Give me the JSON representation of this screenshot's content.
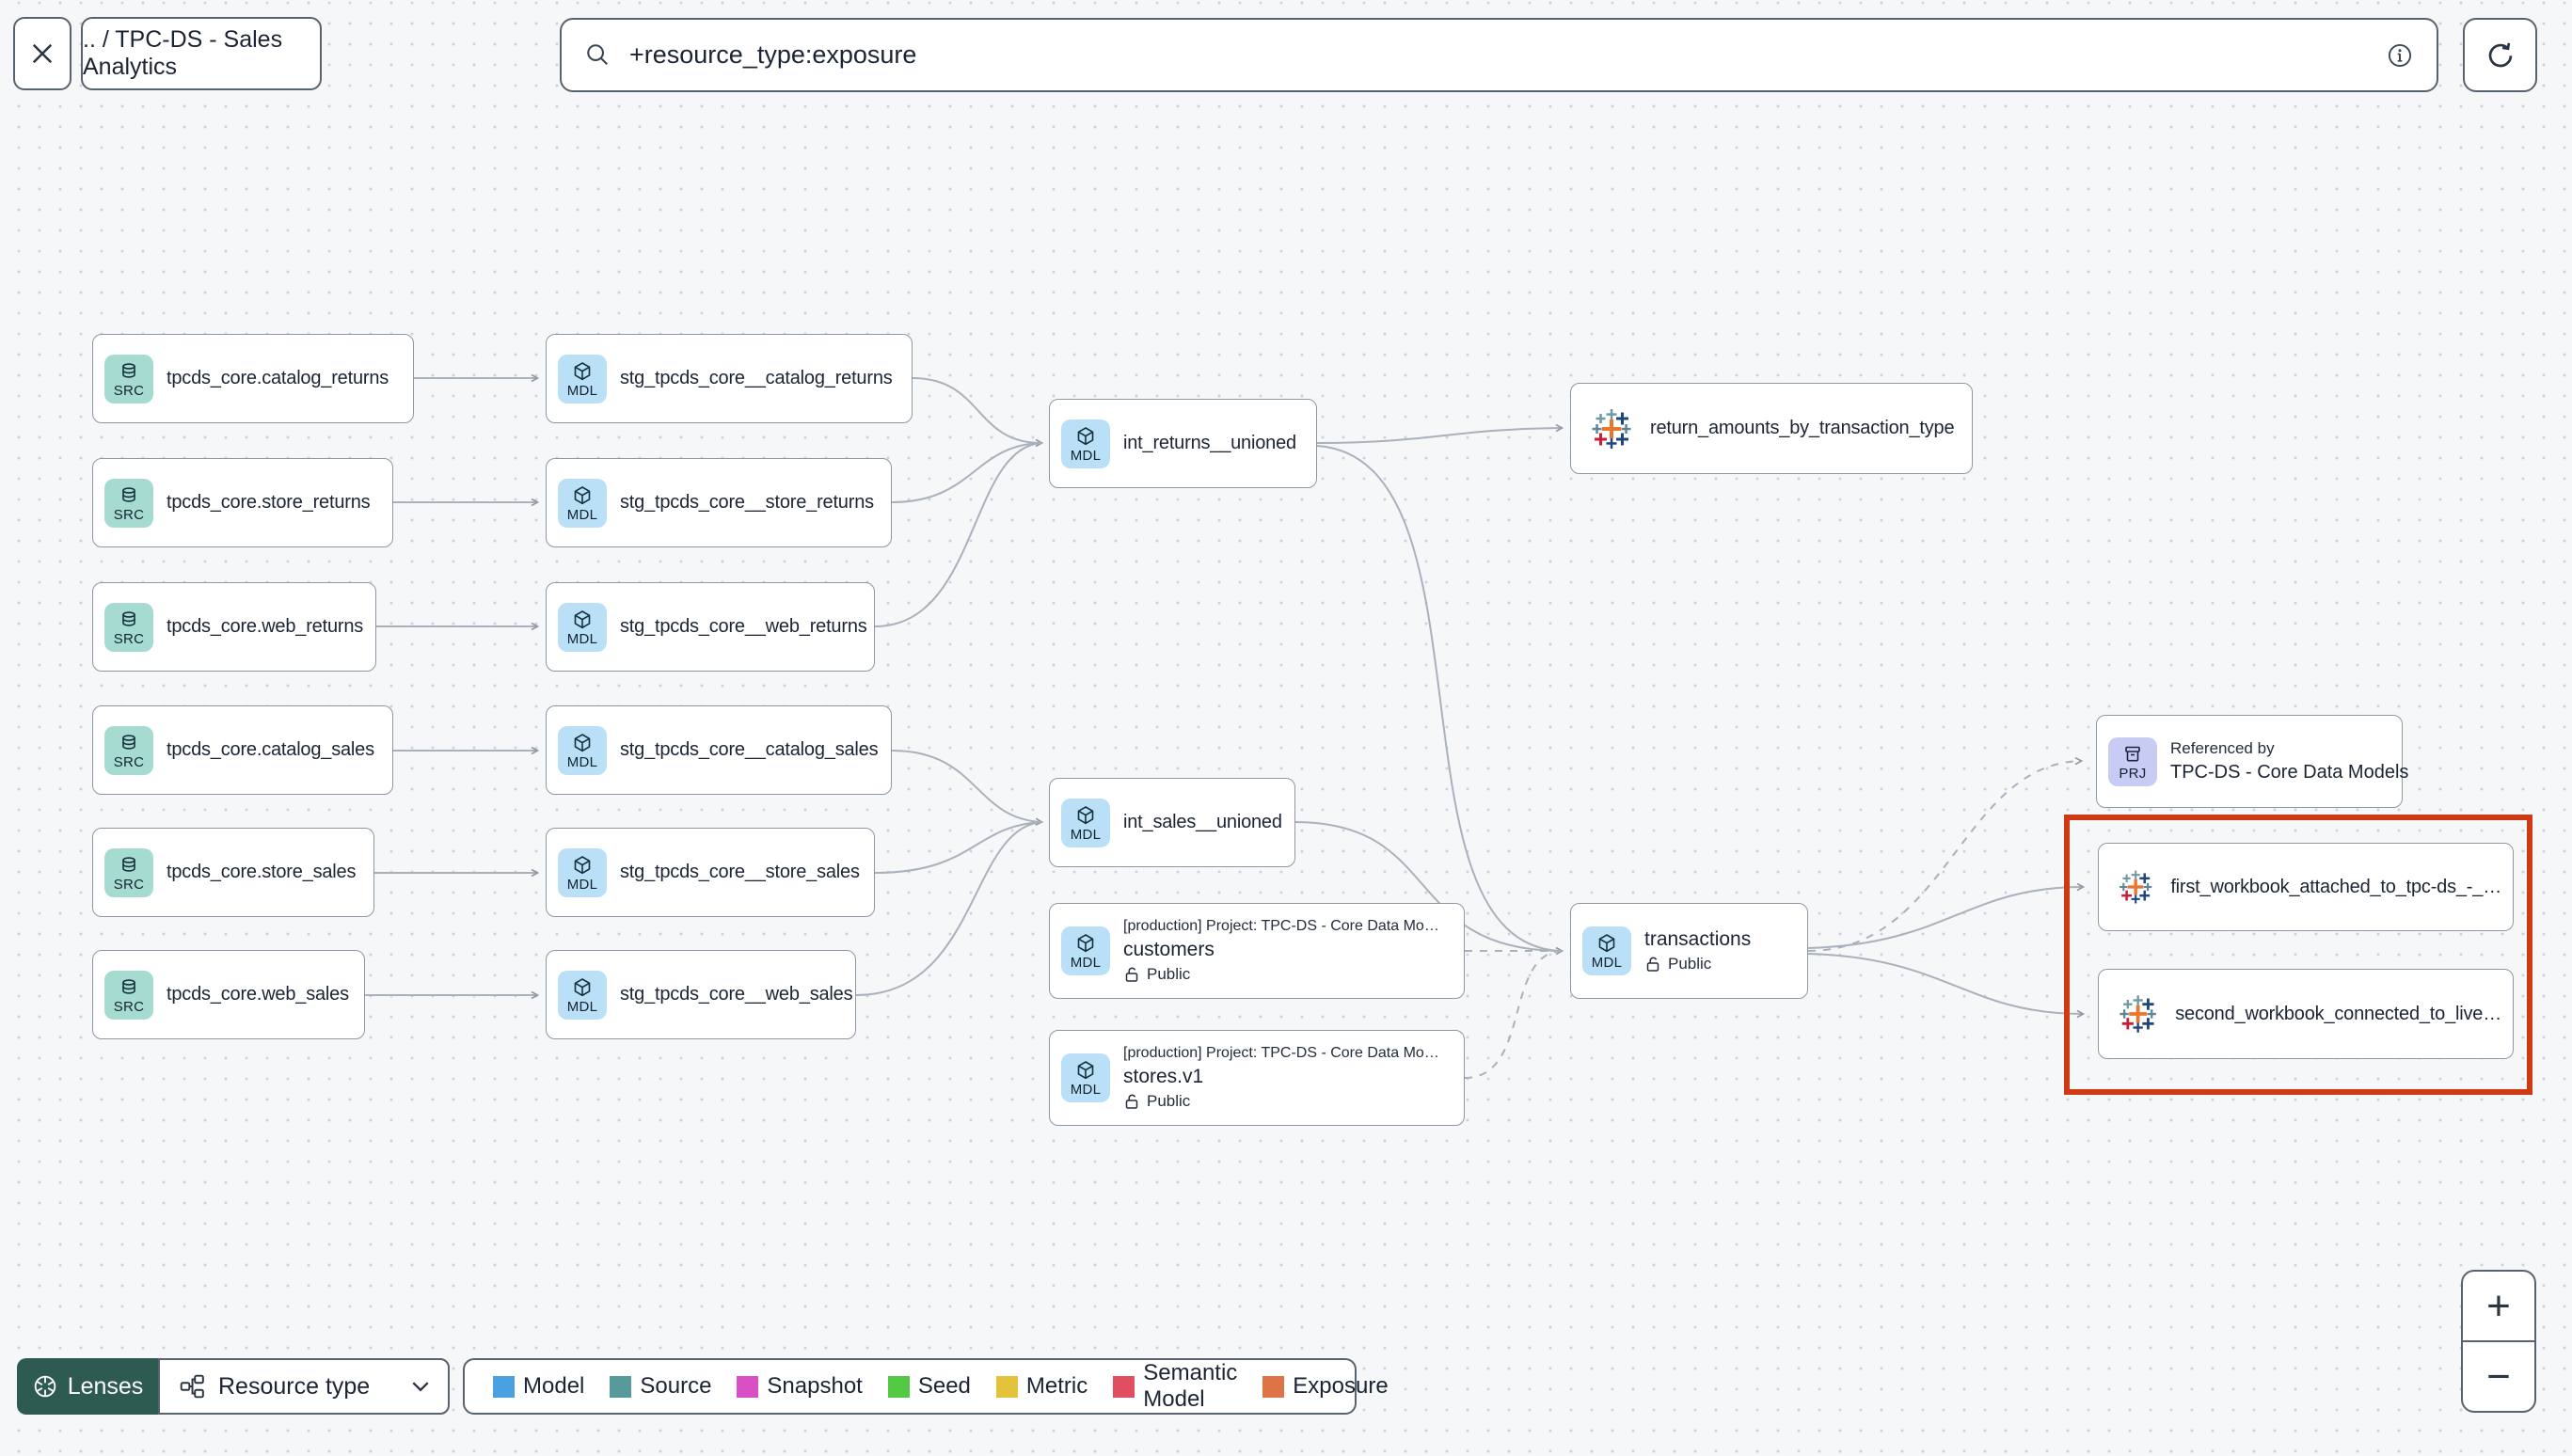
{
  "toolbar": {
    "breadcrumb": ".. / TPC-DS - Sales Analytics",
    "search_value": "+resource_type:exposure"
  },
  "badges": {
    "source": "SRC",
    "model": "MDL",
    "project": "PRJ"
  },
  "graph": {
    "nodes": [
      {
        "type": "source",
        "label": "tpcds_core.catalog_returns"
      },
      {
        "type": "source",
        "label": "tpcds_core.store_returns"
      },
      {
        "type": "source",
        "label": "tpcds_core.web_returns"
      },
      {
        "type": "source",
        "label": "tpcds_core.catalog_sales"
      },
      {
        "type": "source",
        "label": "tpcds_core.store_sales"
      },
      {
        "type": "source",
        "label": "tpcds_core.web_sales"
      },
      {
        "type": "model",
        "label": "stg_tpcds_core__catalog_returns"
      },
      {
        "type": "model",
        "label": "stg_tpcds_core__store_returns"
      },
      {
        "type": "model",
        "label": "stg_tpcds_core__web_returns"
      },
      {
        "type": "model",
        "label": "stg_tpcds_core__catalog_sales"
      },
      {
        "type": "model",
        "label": "stg_tpcds_core__store_sales"
      },
      {
        "type": "model",
        "label": "stg_tpcds_core__web_sales"
      },
      {
        "type": "model",
        "label": "int_returns__unioned"
      },
      {
        "type": "exposure",
        "label": "return_amounts_by_transaction_type"
      },
      {
        "type": "model",
        "label": "int_sales__unioned"
      },
      {
        "type": "model",
        "label": "customers",
        "context": "[production] Project: TPC-DS - Core Data Mo…",
        "access": "Public"
      },
      {
        "type": "model",
        "label": "stores.v1",
        "context": "[production] Project: TPC-DS - Core Data Mo…",
        "access": "Public"
      },
      {
        "type": "model",
        "label": "transactions",
        "access": "Public"
      },
      {
        "type": "project",
        "title": "Referenced by",
        "label": "TPC-DS - Core Data Models"
      },
      {
        "type": "exposure",
        "label": "first_workbook_attached_to_tpc-ds_-_…"
      },
      {
        "type": "exposure",
        "label": "second_workbook_connected_to_live…"
      }
    ]
  },
  "legend": {
    "items": [
      {
        "label": "Model",
        "color": "#4AA0E0"
      },
      {
        "label": "Source",
        "color": "#569A9B"
      },
      {
        "label": "Snapshot",
        "color": "#D94FC4"
      },
      {
        "label": "Seed",
        "color": "#53C943"
      },
      {
        "label": "Metric",
        "color": "#E5C23C"
      },
      {
        "label": "Semantic Model",
        "color": "#E04E62"
      },
      {
        "label": "Exposure",
        "color": "#DF7348"
      }
    ]
  },
  "controls": {
    "lenses": "Lenses",
    "resource_type": "Resource type",
    "zoom_in": "+",
    "zoom_out": "−"
  },
  "colors": {
    "highlight_box": "#CF3A12",
    "source_badge_bg": "#A6DBD2",
    "model_badge_bg": "#B9E0F7",
    "project_badge_bg": "#C8CCF4",
    "lenses_bg": "#2D5B52"
  }
}
